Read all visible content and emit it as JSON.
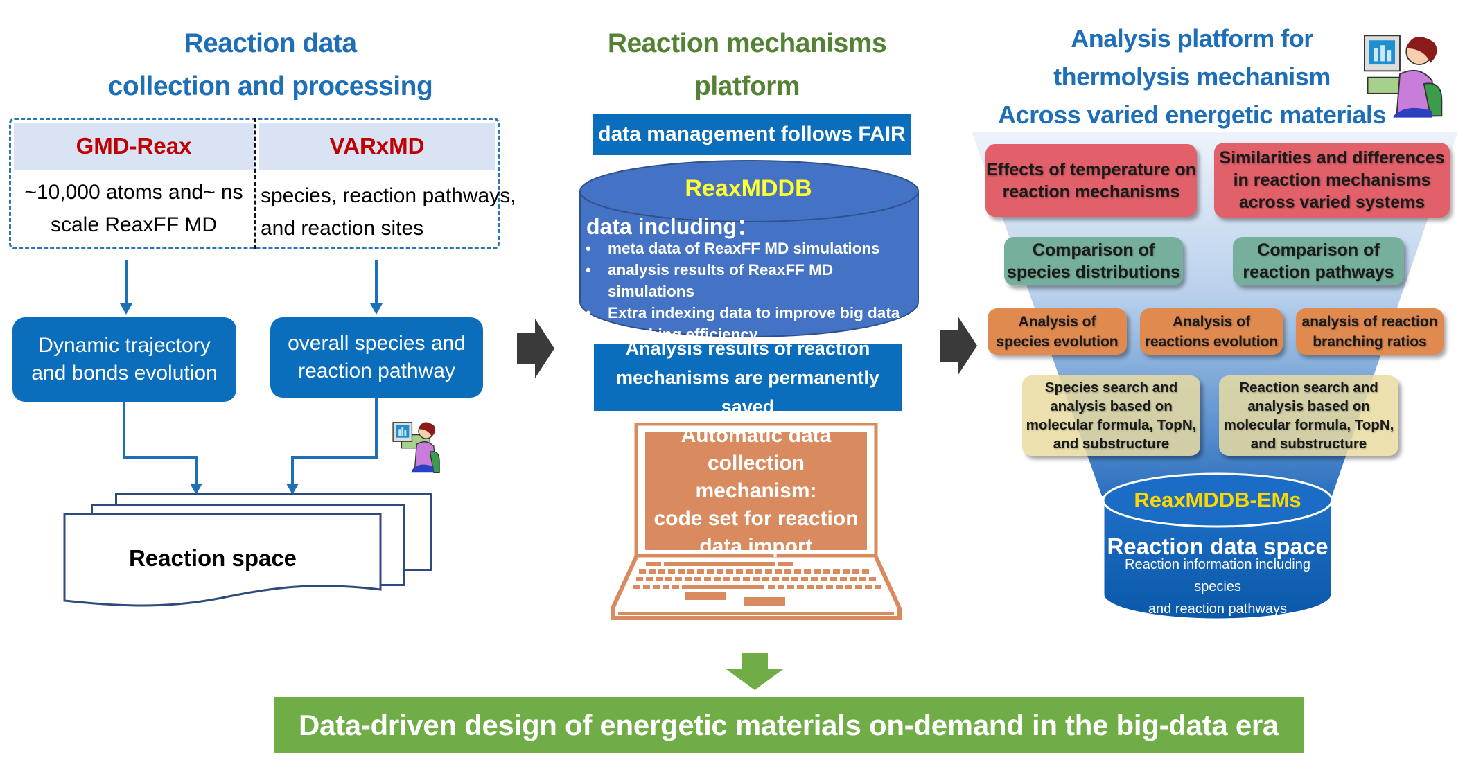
{
  "left": {
    "title_line1": "Reaction data",
    "title_line2": "collection and processing",
    "table": {
      "col1_header": "GMD-Reax",
      "col1_body_line1": "~10,000 atoms and~ ns",
      "col1_body_line2": "scale ReaxFF MD",
      "col2_header": "VARxMD",
      "col2_body_line1": "species, reaction pathways,",
      "col2_body_line2": "and reaction sites"
    },
    "box1_line1": "Dynamic trajectory",
    "box1_line2": "and bonds evolution",
    "box2_line1": "overall species and",
    "box2_line2": "reaction pathway",
    "reaction_space": "Reaction space"
  },
  "center": {
    "title_line1": "Reaction mechanisms",
    "title_line2": "platform",
    "fair": "data management follows FAIR",
    "db_name": "ReaxMDDB",
    "db_subtitle": "data including：",
    "db_items": [
      "meta data of ReaxFF MD simulations",
      "analysis results of ReaxFF MD simulations",
      "Extra indexing data to improve big data searching efficiency"
    ],
    "analysis_line1": "Analysis results of reaction",
    "analysis_line2": "mechanisms are permanently saved",
    "laptop_lines": [
      "Automatic data",
      "collection mechanism:",
      "code set for reaction",
      "data import"
    ]
  },
  "right": {
    "title_line1": "Analysis platform for",
    "title_line2": "thermolysis mechanism",
    "title_line3": "Across  varied energetic materials",
    "red": [
      {
        "lines": [
          "Effects of temperature on",
          "reaction mechanisms"
        ]
      },
      {
        "lines": [
          "Similarities and differences",
          "in reaction mechanisms",
          "across varied systems"
        ]
      }
    ],
    "teal": [
      {
        "lines": [
          "Comparison of",
          "species distributions"
        ]
      },
      {
        "lines": [
          "Comparison of",
          "reaction pathways"
        ]
      }
    ],
    "orange": [
      {
        "lines": [
          "Analysis of",
          "species evolution"
        ]
      },
      {
        "lines": [
          "Analysis of",
          "reactions evolution"
        ]
      },
      {
        "lines": [
          "analysis of reaction",
          "branching ratios"
        ]
      }
    ],
    "yellow": [
      {
        "lines": [
          "Species search and",
          "analysis based on",
          "molecular formula, TopN,",
          "and substructure"
        ]
      },
      {
        "lines": [
          "Reaction search and",
          "analysis based on",
          "molecular formula, TopN,",
          "and substructure"
        ]
      }
    ],
    "db_name": "ReaxMDDB-EMs",
    "db_title": "Reaction data space",
    "db_desc_line1": "Reaction information including species",
    "db_desc_line2": "and reaction pathways"
  },
  "banner": "Data-driven design of energetic materials on-demand in the big-data era",
  "icons": {
    "flow_arrow": "block-arrow-right",
    "down_arrow": "block-arrow-down",
    "person": "person-at-computer"
  },
  "colors": {
    "title_blue": "#1f6fb8",
    "title_green": "#548235",
    "box_blue": "#0a6ebd",
    "header_red": "#c00000",
    "banner_green": "#70ad47",
    "laptop_orange": "#d98b5f"
  }
}
